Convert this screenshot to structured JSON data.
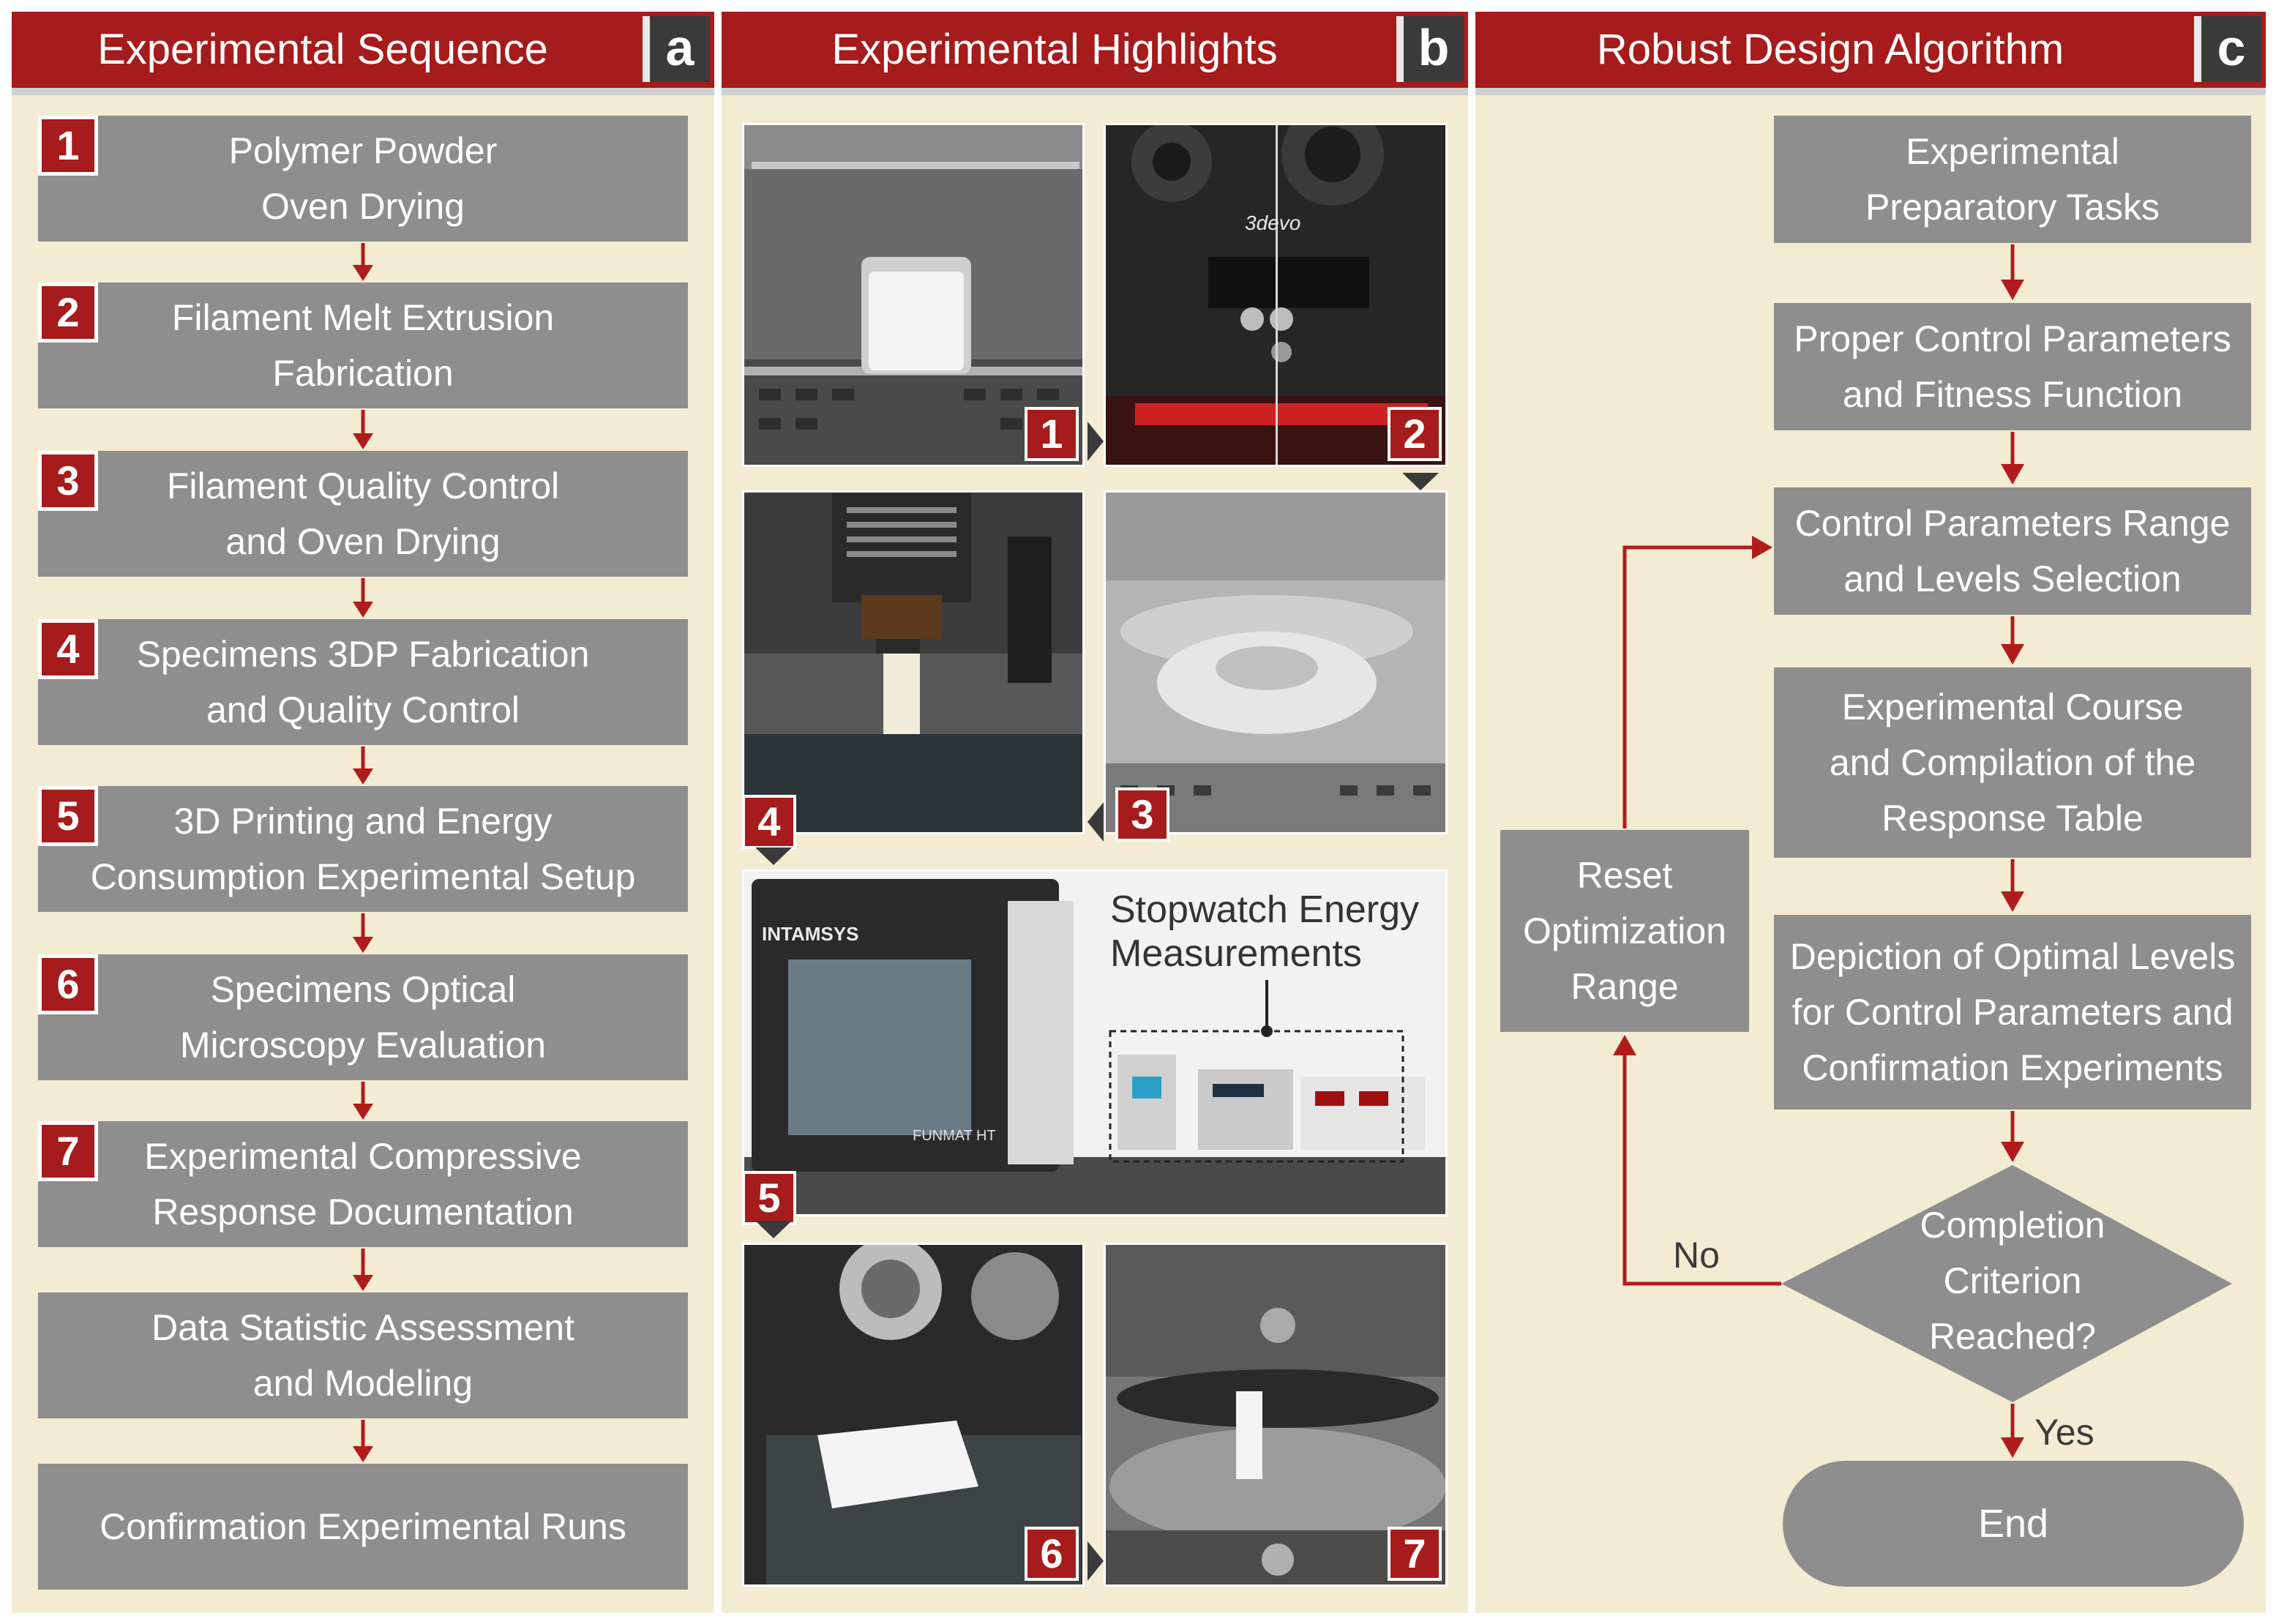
{
  "panel_a": {
    "title": "Experimental Sequence",
    "letter": "a",
    "steps": [
      {
        "num": "1",
        "line1": "Polymer Powder",
        "line2": "Oven Drying"
      },
      {
        "num": "2",
        "line1": "Filament Melt Extrusion",
        "line2": "Fabrication"
      },
      {
        "num": "3",
        "line1": "Filament Quality Control",
        "line2": "and Oven Drying"
      },
      {
        "num": "4",
        "line1": "Specimens 3DP Fabrication",
        "line2": "and Quality Control"
      },
      {
        "num": "5",
        "line1": "3D Printing and Energy",
        "line2": "Consumption Experimental Setup"
      },
      {
        "num": "6",
        "line1": "Specimens Optical",
        "line2": "Microscopy Evaluation"
      },
      {
        "num": "7",
        "line1": "Experimental Compressive",
        "line2": "Response Documentation"
      },
      {
        "num": "",
        "line1": "Data Statistic Assessment",
        "line2": "and Modeling"
      },
      {
        "num": "",
        "line1": "Confirmation Experimental Runs",
        "line2": ""
      }
    ]
  },
  "panel_b": {
    "title": "Experimental Highlights",
    "letter": "b",
    "photo_numbers": [
      "1",
      "2",
      "3",
      "4",
      "5",
      "6",
      "7"
    ],
    "annotation_line1": "Stopwatch Energy",
    "annotation_line2": "Measurements",
    "extruder_brand": "3devo",
    "printer_brand": "INTAMSYS",
    "printer_model": "FUNMAT HT"
  },
  "panel_c": {
    "title": "Robust Design Algorithm",
    "letter": "c",
    "boxes": [
      {
        "line1": "Experimental",
        "line2": "Preparatory Tasks",
        "line3": ""
      },
      {
        "line1": "Proper Control Parameters",
        "line2": "and Fitness Function",
        "line3": ""
      },
      {
        "line1": "Control Parameters Range",
        "line2": "and Levels Selection",
        "line3": ""
      },
      {
        "line1": "Experimental Course",
        "line2": "and Compilation of the",
        "line3": "Response Table"
      },
      {
        "line1": "Depiction of Optimal Levels",
        "line2": "for Control Parameters and",
        "line3": "Confirmation Experiments"
      }
    ],
    "decision": {
      "line1": "Completion",
      "line2": "Criterion",
      "line3": "Reached?"
    },
    "reset": {
      "line1": "Reset",
      "line2": "Optimization",
      "line3": "Range"
    },
    "no_label": "No",
    "yes_label": "Yes",
    "end_label": "End"
  },
  "colors": {
    "header_red": "#a61b1b",
    "box_gray": "#8e8e8e",
    "panel_bg": "#f3ebd2",
    "arrow_red": "#b01c1c",
    "badge_dark": "#3a3a3a"
  }
}
